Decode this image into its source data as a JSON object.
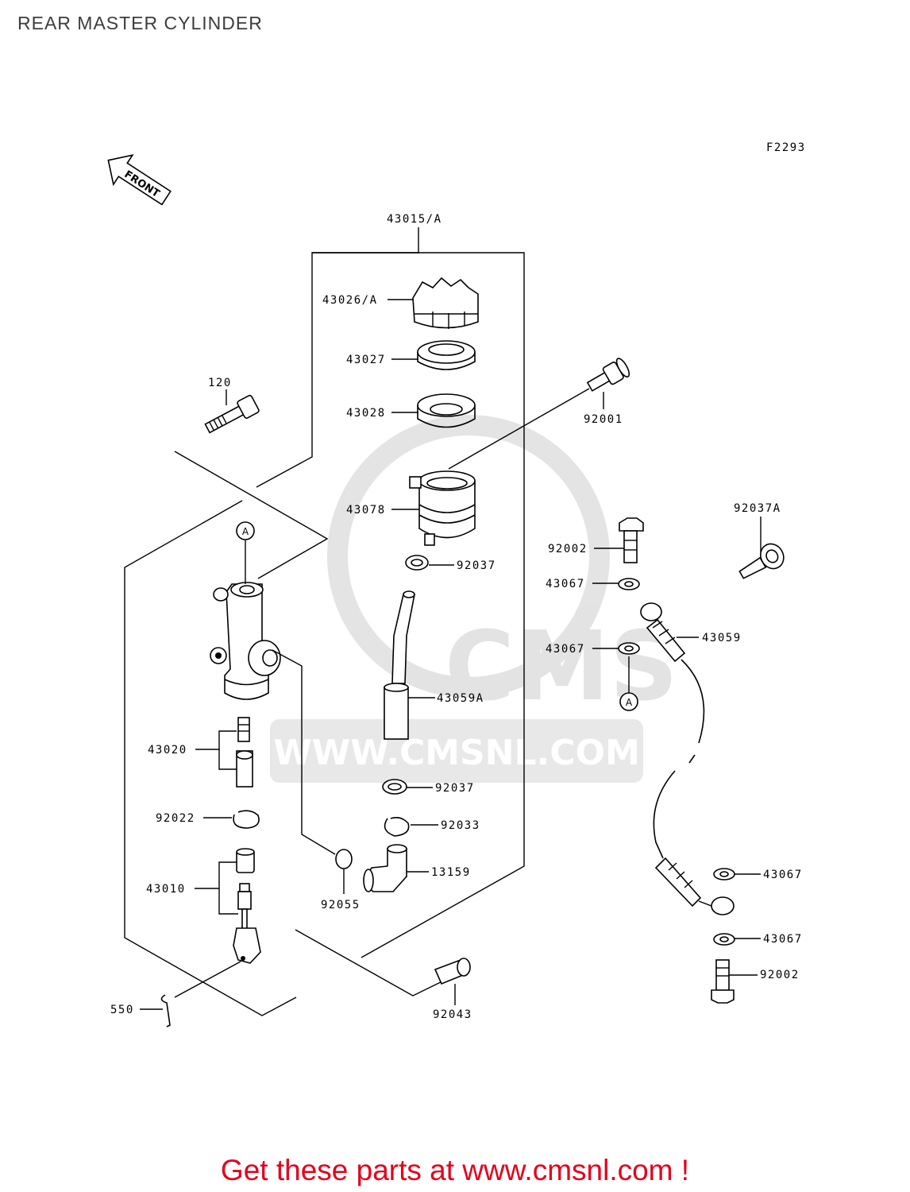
{
  "page": {
    "title": "REAR MASTER CYLINDER"
  },
  "diagram": {
    "figure_code": "F2293",
    "front_indicator": "FRONT",
    "ref_marker": "A",
    "watermark": {
      "brand": "CMS",
      "url": "WWW.CMSNL.COM"
    },
    "callouts": {
      "p43015": "43015/A",
      "p43026": "43026/A",
      "p43027": "43027",
      "p43028": "43028",
      "p43078": "43078",
      "p92037_upper": "92037",
      "p43059A": "43059A",
      "p92037_lower": "92037",
      "p92033": "92033",
      "p13159": "13159",
      "p92055": "92055",
      "p120": "120",
      "p43020": "43020",
      "p92022": "92022",
      "p43010": "43010",
      "p550": "550",
      "p92043": "92043",
      "p92001": "92001",
      "p92002_upper": "92002",
      "p43067_a": "43067",
      "p43059": "43059",
      "p43067_b": "43067",
      "p92037A": "92037A",
      "p43067_c": "43067",
      "p43067_d": "43067",
      "p92002_lower": "92002"
    }
  },
  "footer": {
    "text": "Get these parts at www.cmsnl.com !",
    "color": "#e3001b"
  }
}
